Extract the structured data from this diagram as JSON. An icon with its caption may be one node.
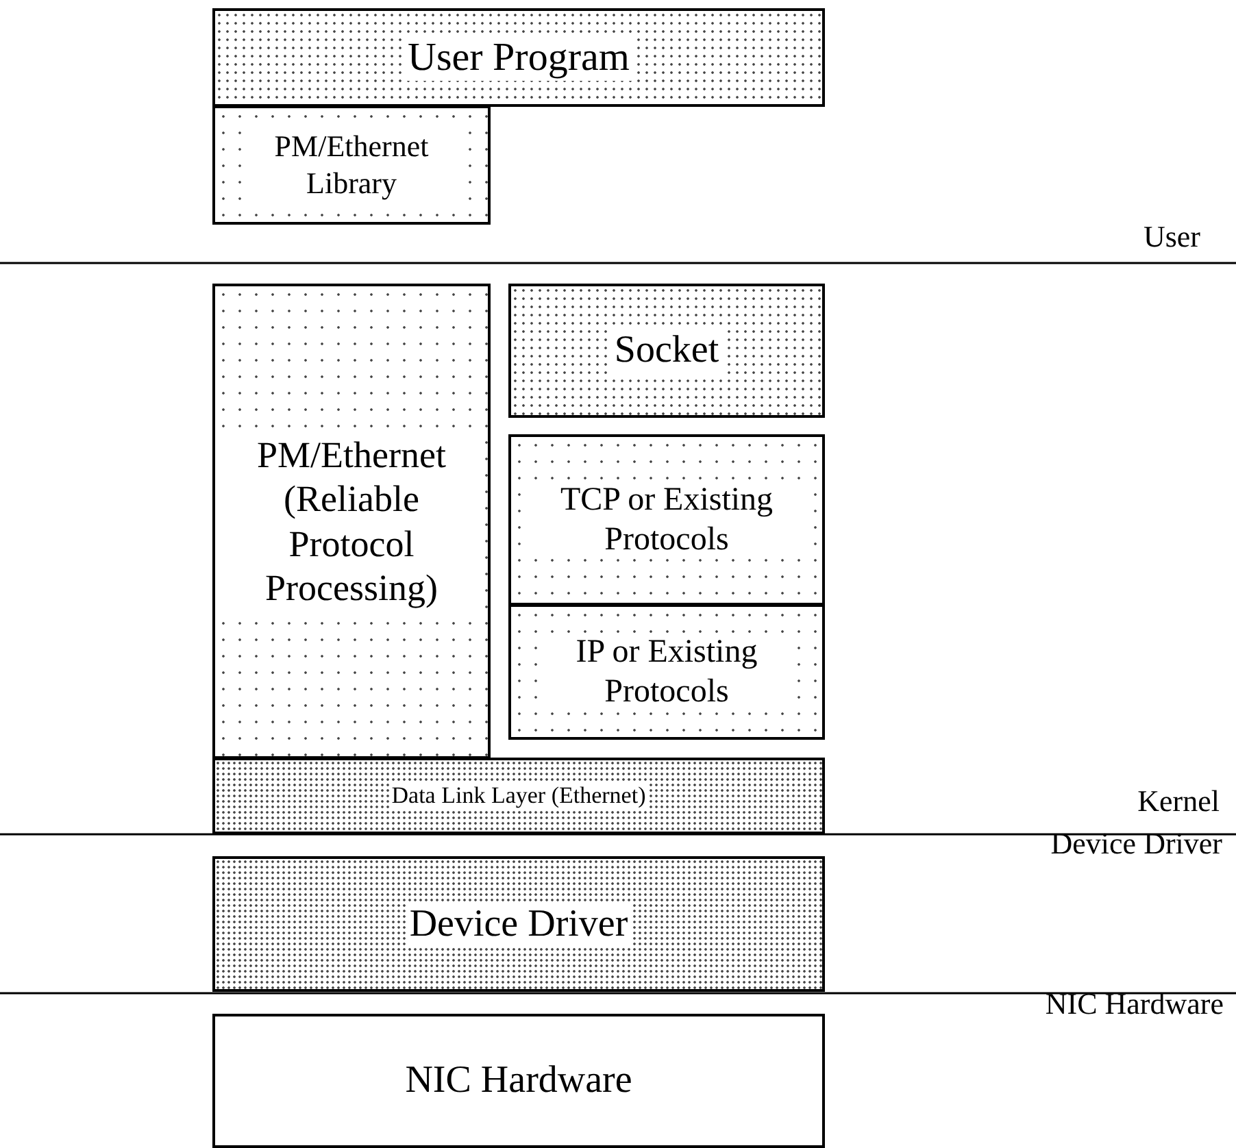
{
  "diagram": {
    "nodes": [
      {
        "text": [
          "User Program"
        ]
      },
      {
        "text": [
          "PM/Ethernet Library"
        ]
      },
      {
        "text": [
          "PM/Ethernet (Reliable Protocol Processing)"
        ]
      },
      {
        "text": [
          "Socket"
        ]
      },
      {
        "text": [
          "TCP or Existing Protocols"
        ]
      },
      {
        "text": [
          "IP or Existing Protocols"
        ]
      },
      {
        "text": [
          "Data Link Layer (Ethernet)"
        ]
      },
      {
        "text": [
          "Device Driver"
        ]
      },
      {
        "text": [
          "NIC Hardware"
        ]
      }
    ],
    "labels": [
      "User",
      "Kernel",
      "Device Driver",
      "NIC Hardware"
    ]
  }
}
